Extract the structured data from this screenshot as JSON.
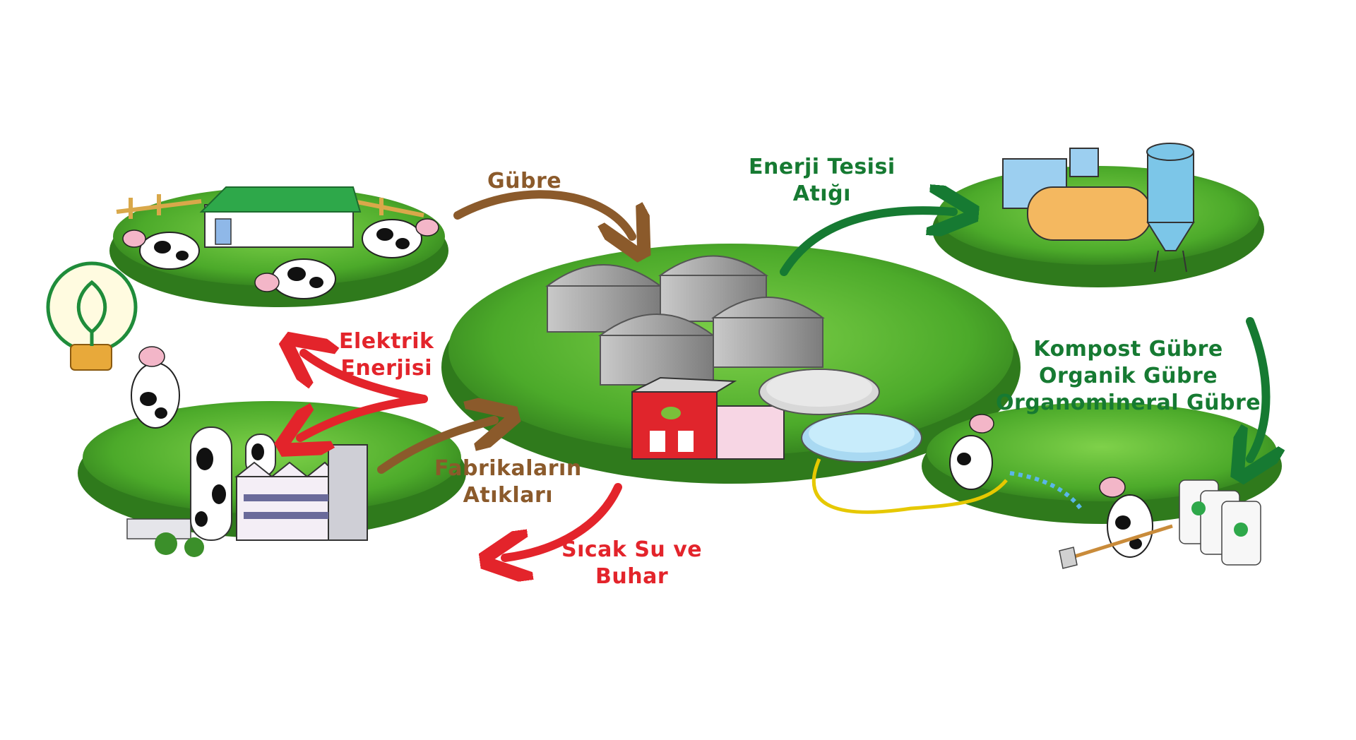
{
  "labels": {
    "gubre": "Gübre",
    "enerji_tesisi_atigi": [
      "Enerji Tesisi",
      "Atığı"
    ],
    "elektrik_enerjisi": [
      "Elektrik",
      "Enerjisi"
    ],
    "fabrikalarin_atiklari": [
      "Fabrikaların",
      "Atıkları"
    ],
    "sicak_su_ve_buhar": [
      "Sıcak Su ve",
      "Buhar"
    ],
    "gubre_turleri": [
      "Kompost Gübre",
      "Organik Gübre",
      "Organomineral Gübre"
    ]
  },
  "colors": {
    "brown": "#8b5a2b",
    "green": "#167a32",
    "red": "#e3242b",
    "grass": "#4caa2a",
    "grass_dark": "#2f7a1c",
    "dome": "#a9a9a9",
    "barn_roof": "#2ea84a",
    "factory_red": "#e0252c",
    "tank_blue": "#7cc6e8",
    "tank_orange": "#f4b860"
  },
  "icons": [
    "lightbulb-leaf-icon",
    "cow-icon",
    "biogas-dome-icon",
    "fertilizer-bag-icon",
    "water-hose-icon"
  ]
}
